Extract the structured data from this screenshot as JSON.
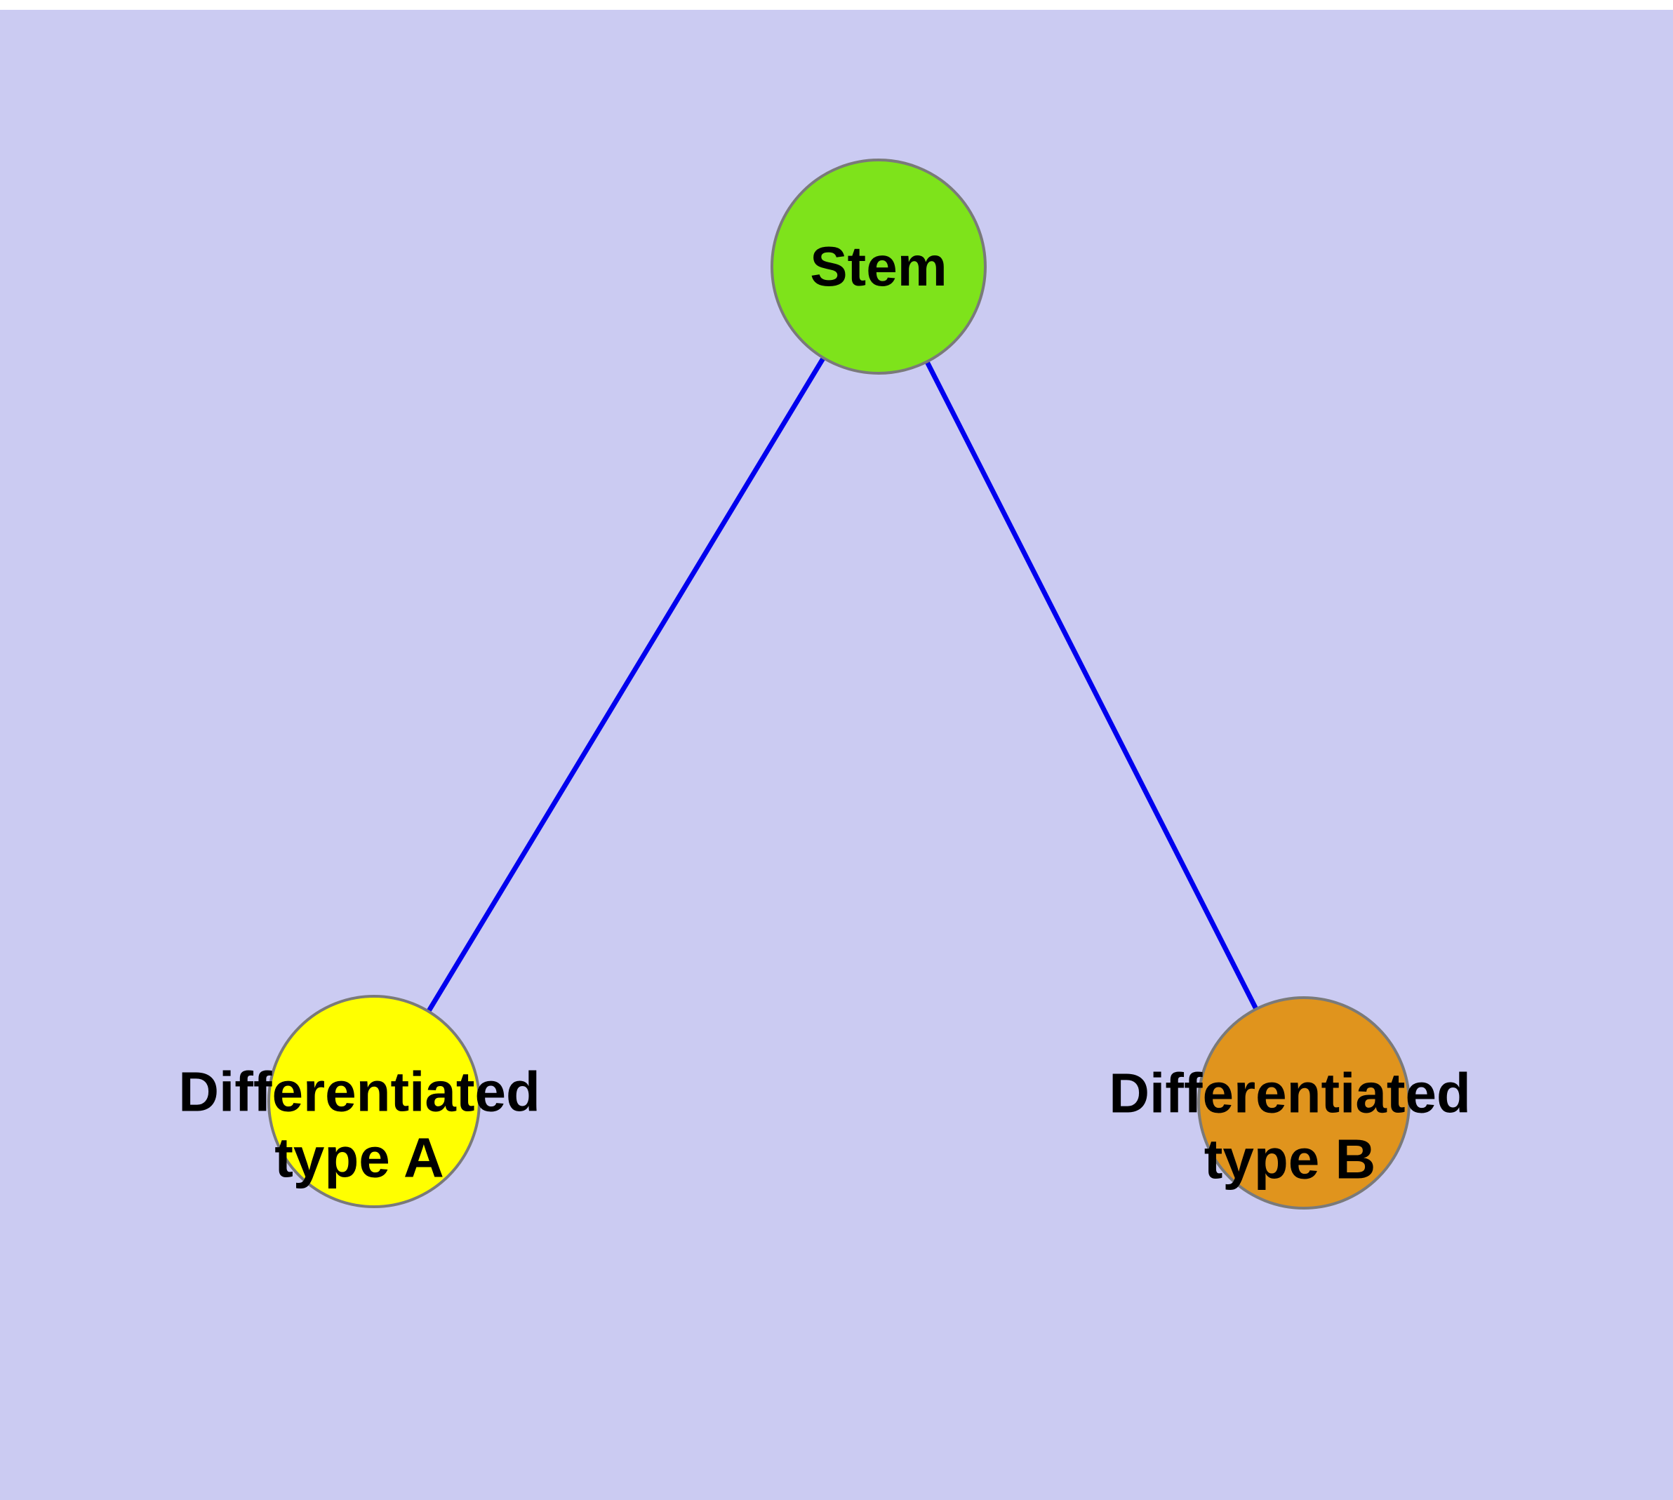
{
  "diagram": {
    "background_color": "#cbcbf2",
    "page_background": "#ffffff",
    "edge_color": "#0000ee",
    "node_stroke_color": "#7a7a7a",
    "nodes": {
      "stem": {
        "label": "Stem",
        "fill": "#7ee31b"
      },
      "type_a": {
        "label": "Differentiated\ntype A",
        "fill": "#ffff00"
      },
      "type_b": {
        "label": "Differentiated\ntype B",
        "fill": "#e0941d"
      }
    },
    "edges": [
      {
        "from": "stem",
        "to": "type_a"
      },
      {
        "from": "stem",
        "to": "type_b"
      }
    ]
  }
}
